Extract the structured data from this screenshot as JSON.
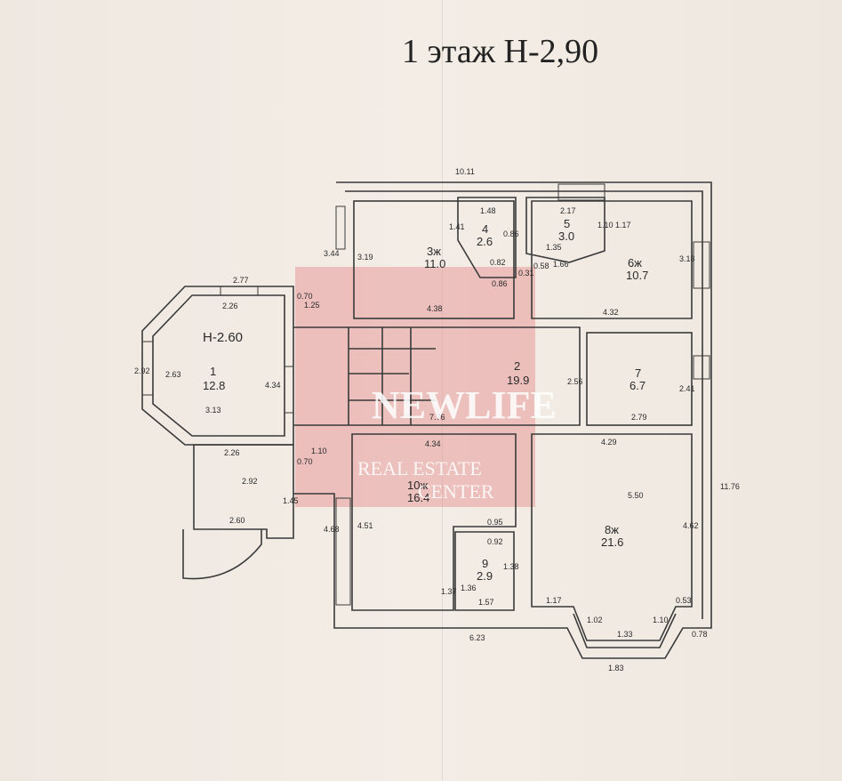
{
  "title": "1 этаж Н-2,90",
  "watermark": {
    "logo": "NEWLIFE",
    "line1": "REAL ESTATE",
    "line2": "CENTER",
    "color": "#e48a8a"
  },
  "rooms": [
    {
      "number": "1",
      "area": "12.8"
    },
    {
      "number": "2",
      "area": "19.9"
    },
    {
      "number": "3ж",
      "area": "11.0"
    },
    {
      "number": "4",
      "area": "2.6"
    },
    {
      "number": "5",
      "area": "3.0"
    },
    {
      "number": "6ж",
      "area": "10.7"
    },
    {
      "number": "7",
      "area": "6.7"
    },
    {
      "number": "8ж",
      "area": "21.6"
    },
    {
      "number": "9",
      "area": "2.9"
    },
    {
      "number": "10ж",
      "area": "16.4"
    }
  ],
  "height_note": "Н-2.60",
  "dimensions": {
    "top": "10.11",
    "d277": "2.77",
    "d226a": "2.26",
    "d070a": "0.70",
    "d125": "1.25",
    "d344": "3.44",
    "d319": "3.19",
    "d141": "1.41",
    "d148": "1.48",
    "d086a": "0.86",
    "d082": "0.82",
    "d086b": "0.86",
    "d031": "0.31",
    "d058": "0.58",
    "d166": "1.66",
    "d217": "2.17",
    "d135": "1.35",
    "d110a": "1.10",
    "d117a": "1.17",
    "d318": "3.18",
    "d438": "4.38",
    "d432": "4.32",
    "d292": "2.92",
    "d263": "2.63",
    "d434a": "4.34",
    "d313": "3.13",
    "d256": "2.56",
    "d241": "2.41",
    "d279": "2.79",
    "d776": "7.76",
    "d226b": "2.26",
    "d292b": "2.92",
    "d070b": "0.70",
    "d110b": "1.10",
    "d434b": "4.34",
    "d429": "4.29",
    "d145": "1.45",
    "d260": "2.60",
    "d468": "4.68",
    "d451": "4.51",
    "d550": "5.50",
    "d462": "4.62",
    "d1176": "11.76",
    "d095": "0.95",
    "d092": "0.92",
    "d138": "1.38",
    "d137": "1.37",
    "d136": "1.36",
    "d157": "1.57",
    "d117b": "1.17",
    "d053": "0.53",
    "d102": "1.02",
    "d110c": "1.10",
    "d133": "1.33",
    "d078": "0.78",
    "d623": "6.23",
    "d183": "1.83"
  },
  "colors": {
    "ink": "#3a3a3a",
    "paper": "#f1ebe4",
    "watermark": "#e48a8a"
  }
}
